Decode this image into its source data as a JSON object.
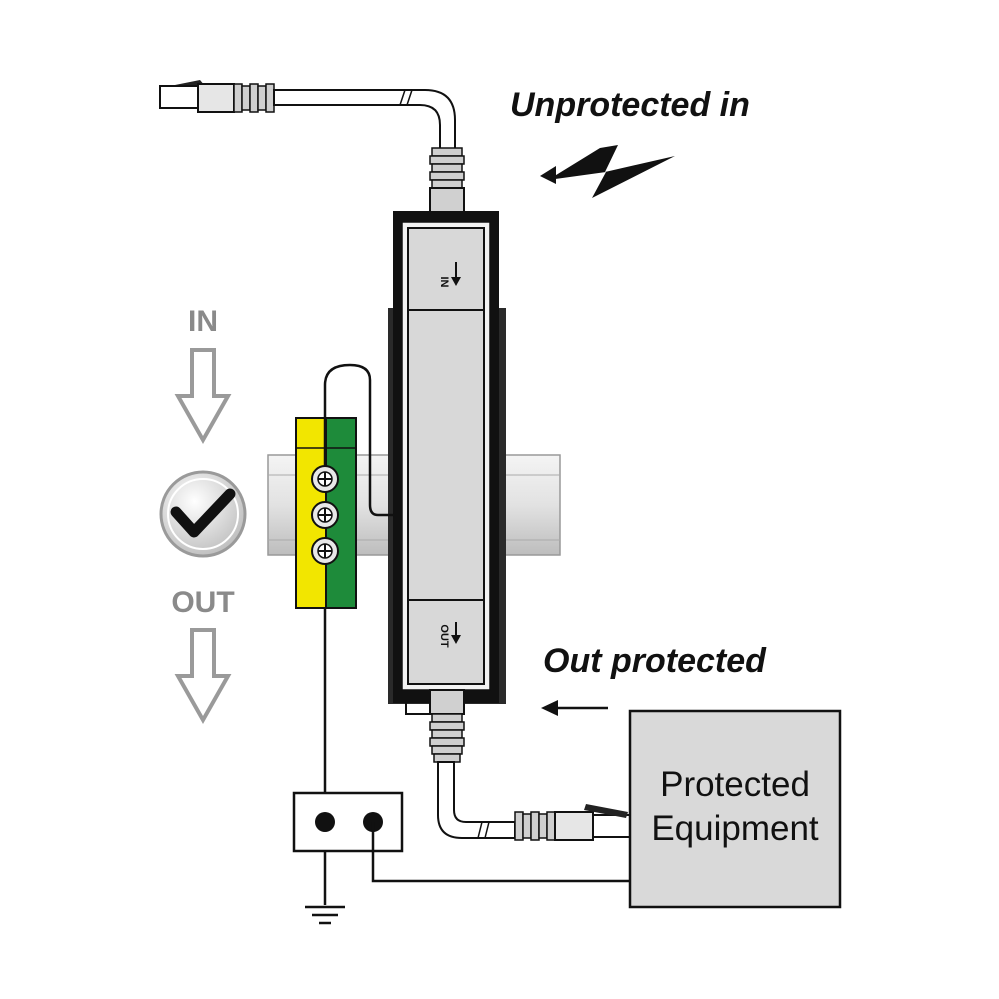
{
  "labels": {
    "unprotected_in": "Unprotected in",
    "out_protected": "Out protected",
    "in_flow": "IN",
    "out_flow": "OUT",
    "device_in": "IN",
    "device_out": "OUT",
    "equipment_line1": "Protected",
    "equipment_line2": "Equipment"
  },
  "icons": [
    "lightning-icon",
    "arrow-left-icon",
    "arrow-down-icon",
    "checkmark-icon",
    "screw-icon",
    "ground-icon"
  ],
  "colors": {
    "terminal_yellow": "#f2e600",
    "terminal_green": "#1e8b3a",
    "device_body": "#d8d8d8",
    "equipment_box": "#d9d9d9",
    "flow_arrow": "#9a9a9a"
  }
}
